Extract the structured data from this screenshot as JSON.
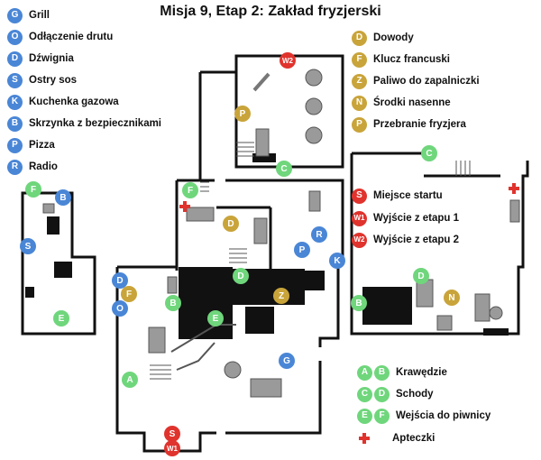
{
  "title": "Misja 9, Etap 2: Zakład fryzjerski",
  "colors": {
    "blue": "#4a86d6",
    "gold": "#c9a43a",
    "red": "#e0332d",
    "green": "#6fd67c"
  },
  "legend_left": [
    {
      "letter": "G",
      "label": "Grill"
    },
    {
      "letter": "O",
      "label": "Odłączenie drutu"
    },
    {
      "letter": "D",
      "label": "Dźwignia"
    },
    {
      "letter": "S",
      "label": "Ostry sos"
    },
    {
      "letter": "K",
      "label": "Kuchenka gazowa"
    },
    {
      "letter": "B",
      "label": "Skrzynka z bezpiecznikami"
    },
    {
      "letter": "P",
      "label": "Pizza"
    },
    {
      "letter": "R",
      "label": "Radio"
    }
  ],
  "legend_right_gold": [
    {
      "letter": "D",
      "label": "Dowody"
    },
    {
      "letter": "F",
      "label": "Klucz francuski"
    },
    {
      "letter": "Z",
      "label": "Paliwo do zapalniczki"
    },
    {
      "letter": "N",
      "label": "Środki nasenne"
    },
    {
      "letter": "P",
      "label": "Przebranie fryzjera"
    }
  ],
  "legend_right_red": [
    {
      "letter": "S",
      "label": "Miejsce startu"
    },
    {
      "letter": "W1",
      "label": "Wyjście z etapu 1"
    },
    {
      "letter": "W2",
      "label": "Wyjście z etapu 2"
    }
  ],
  "legend_green": [
    {
      "letters": [
        "A",
        "B"
      ],
      "label": "Krawędzie"
    },
    {
      "letters": [
        "C",
        "D"
      ],
      "label": "Schody"
    },
    {
      "letters": [
        "E",
        "F"
      ],
      "label": "Wejścia do piwnicy"
    }
  ],
  "legend_firstaid": {
    "label": "Apteczki"
  },
  "map_markers": [
    {
      "letter": "W2",
      "color": "red"
    },
    {
      "letter": "P",
      "color": "gold"
    },
    {
      "letter": "C",
      "color": "green"
    },
    {
      "letter": "F",
      "color": "green"
    },
    {
      "letter": "D",
      "color": "gold"
    },
    {
      "letter": "R",
      "color": "blue"
    },
    {
      "letter": "P",
      "color": "blue"
    },
    {
      "letter": "K",
      "color": "blue"
    },
    {
      "letter": "D",
      "color": "green"
    },
    {
      "letter": "Z",
      "color": "gold"
    },
    {
      "letter": "D",
      "color": "blue"
    },
    {
      "letter": "F",
      "color": "gold"
    },
    {
      "letter": "O",
      "color": "blue"
    },
    {
      "letter": "B",
      "color": "green"
    },
    {
      "letter": "E",
      "color": "green"
    },
    {
      "letter": "G",
      "color": "blue"
    },
    {
      "letter": "A",
      "color": "green"
    },
    {
      "letter": "S",
      "color": "red"
    },
    {
      "letter": "W1",
      "color": "red"
    },
    {
      "letter": "F",
      "color": "green"
    },
    {
      "letter": "B",
      "color": "blue"
    },
    {
      "letter": "S",
      "color": "blue"
    },
    {
      "letter": "E",
      "color": "green"
    },
    {
      "letter": "C",
      "color": "green"
    },
    {
      "letter": "D",
      "color": "green"
    },
    {
      "letter": "N",
      "color": "gold"
    },
    {
      "letter": "B",
      "color": "green"
    }
  ]
}
